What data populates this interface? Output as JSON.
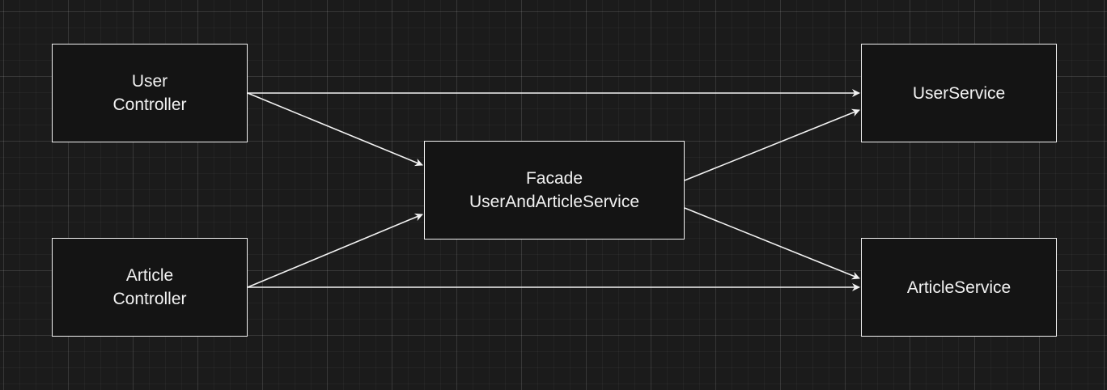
{
  "diagram": {
    "nodes": [
      {
        "id": "user-controller",
        "lines": [
          "User",
          "Controller"
        ]
      },
      {
        "id": "article-controller",
        "lines": [
          "Article",
          "Controller"
        ]
      },
      {
        "id": "facade",
        "lines": [
          "Facade",
          "UserAndArticleService"
        ]
      },
      {
        "id": "user-service",
        "lines": [
          "UserService"
        ]
      },
      {
        "id": "article-service",
        "lines": [
          "ArticleService"
        ]
      }
    ],
    "edges": [
      {
        "from": "user-controller",
        "to": "user-service"
      },
      {
        "from": "user-controller",
        "to": "facade"
      },
      {
        "from": "article-controller",
        "to": "facade"
      },
      {
        "from": "article-controller",
        "to": "article-service"
      },
      {
        "from": "facade",
        "to": "user-service"
      },
      {
        "from": "facade",
        "to": "article-service"
      }
    ],
    "colors": {
      "background": "#1b1b1b",
      "node_fill": "#141414",
      "stroke": "#f2f2f2",
      "text": "#f2f2f2"
    }
  }
}
